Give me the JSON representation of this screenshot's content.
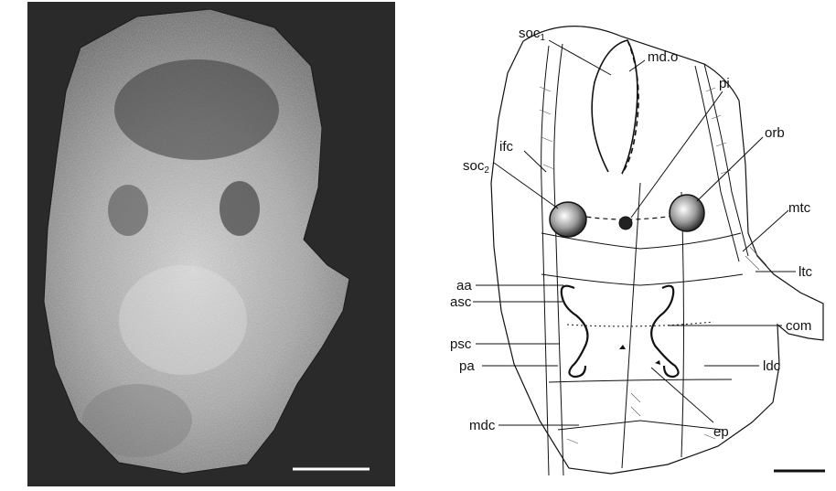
{
  "figure": {
    "panels": [
      {
        "name": "fossil-photograph",
        "scale_bar": true
      },
      {
        "name": "interpretive-drawing",
        "scale_bar": true
      }
    ],
    "labels": {
      "soc1_main": "soc",
      "soc1_sub": "1",
      "soc2_main": "soc",
      "soc2_sub": "2",
      "mdo": "md.o",
      "pi": "pi",
      "ifc": "ifc",
      "orb": "orb",
      "mtc": "mtc",
      "ltc": "ltc",
      "aa": "aa",
      "asc": "asc",
      "com": "com",
      "psc": "psc",
      "pa": "pa",
      "ldc": "ldc",
      "mdc": "mdc",
      "ep": "ep"
    }
  }
}
